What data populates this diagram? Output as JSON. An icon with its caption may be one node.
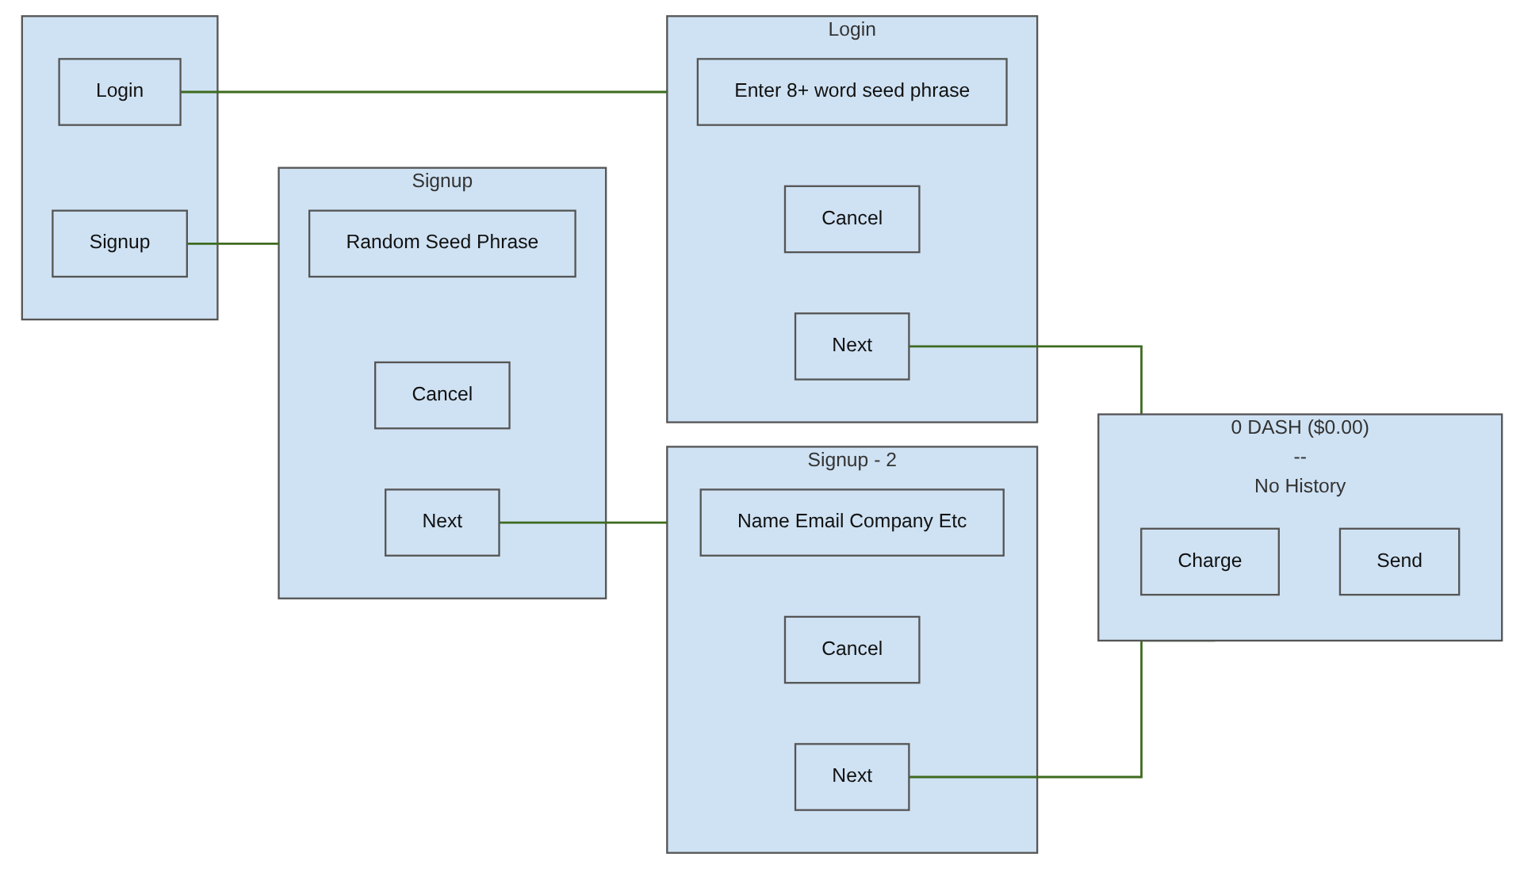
{
  "diagram": {
    "nodes": [
      {
        "text": [],
        "shape": "box"
      },
      {
        "text": [
          "Login"
        ],
        "in": 0
      },
      {
        "text": [
          "Signup"
        ],
        "in": 0
      },
      {
        "text": [
          "Login"
        ]
      },
      {
        "text": [
          "Enter 8+ word seed phrase"
        ],
        "in": 3
      },
      {
        "text": [
          "Cancel"
        ],
        "in": 3
      },
      {
        "text": [
          "Next"
        ],
        "in": 3
      },
      {
        "text": [
          "0 DASH ($0.00)",
          "--",
          "No History"
        ]
      },
      {
        "text": [
          "Charge"
        ],
        "in": 7
      },
      {
        "text": [
          "Send"
        ],
        "in": 7
      },
      {
        "text": [
          "Signup"
        ]
      },
      {
        "text": [
          "Random Seed Phrase"
        ],
        "in": 10
      },
      {
        "text": [
          "Cancel"
        ],
        "in": 10
      },
      {
        "text": [
          "Next"
        ],
        "in": 10
      },
      {
        "text": [
          "Signup - 2"
        ]
      },
      {
        "text": [
          "Name Email Company Etc"
        ],
        "in": 14
      },
      {
        "text": [
          "Cancel"
        ],
        "in": 14
      },
      {
        "text": [
          "Next"
        ],
        "in": 14
      }
    ],
    "edges": [
      {
        "from": 1,
        "to": 3,
        "arrow": "none"
      },
      {
        "from": 2,
        "to": 10,
        "arrow": "none"
      },
      {
        "from": 6,
        "to": 7,
        "arrow": "none"
      },
      {
        "from": 13,
        "to": 14,
        "arrow": "none"
      },
      {
        "from": 17,
        "to": 7,
        "arrow": "none"
      }
    ]
  }
}
